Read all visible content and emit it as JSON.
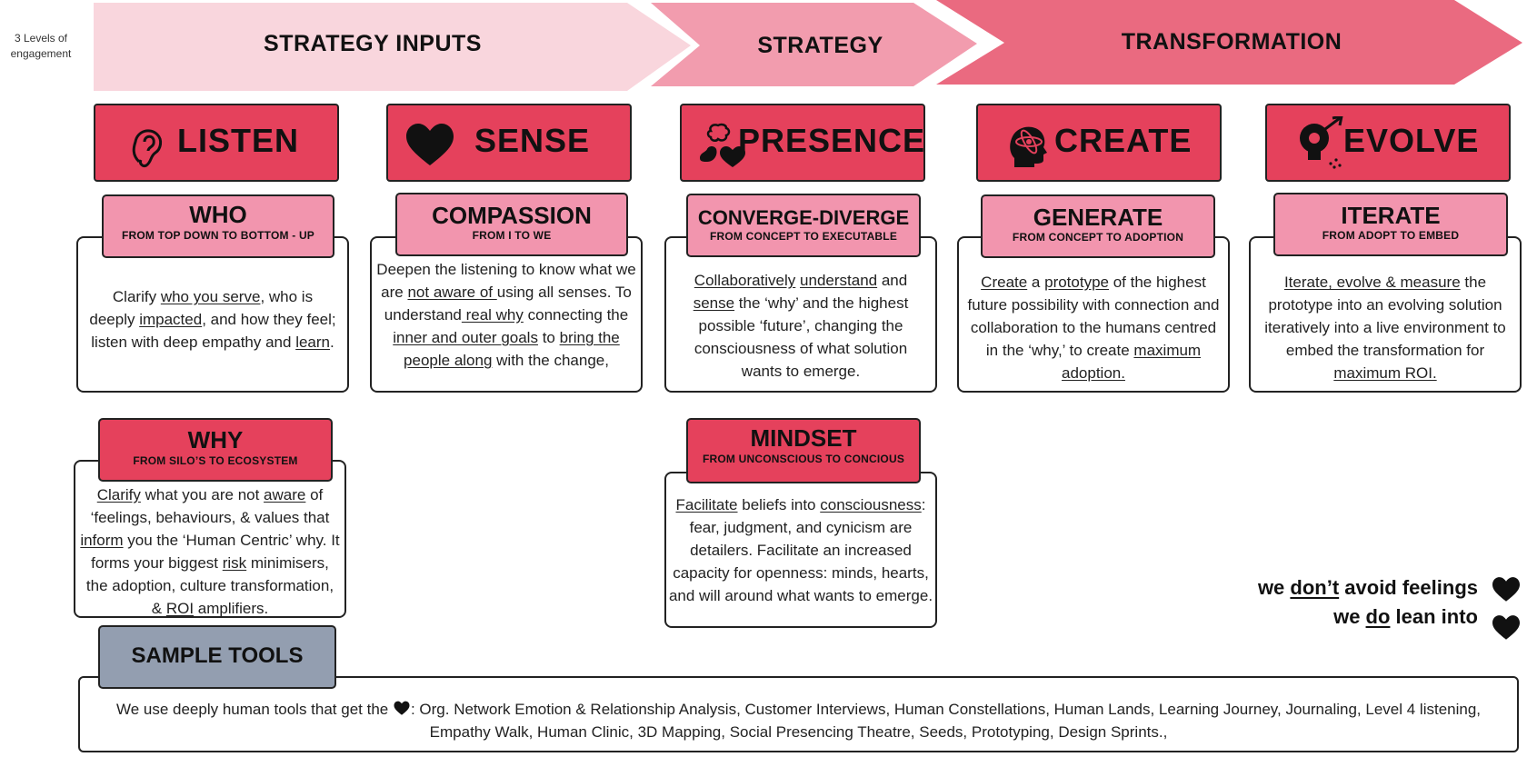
{
  "levels_label": "3 Levels of engagement",
  "chevrons": [
    {
      "label": "STRATEGY INPUTS",
      "color": "#f9d6dd"
    },
    {
      "label": "STRATEGY",
      "color": "#f29cae"
    },
    {
      "label": "TRANSFORMATION",
      "color": "#ea6a80"
    }
  ],
  "phases": [
    {
      "label": "LISTEN",
      "icon": "ear-icon"
    },
    {
      "label": "SENSE",
      "icon": "heart-icon"
    },
    {
      "label": "PRESENCE",
      "icon": "brain-gut-heart-icon"
    },
    {
      "label": "CREATE",
      "icon": "head-atom-icon"
    },
    {
      "label": "EVOLVE",
      "icon": "lightbulb-gear-icon"
    }
  ],
  "cards": {
    "who": {
      "title": "WHO",
      "subtitle": "FROM TOP DOWN TO BOTTOM - UP",
      "body": [
        {
          "t": "Clarify "
        },
        {
          "t": "who you serve",
          "u": true
        },
        {
          "t": ", who is deeply "
        },
        {
          "t": "impacted",
          "u": true
        },
        {
          "t": ", and how they feel; listen with deep empathy and "
        },
        {
          "t": "learn",
          "u": true
        },
        {
          "t": "."
        }
      ]
    },
    "compassion": {
      "title": "COMPASSION",
      "subtitle": "FROM I TO WE",
      "body": [
        {
          "t": "Deepen the listening to know what we are "
        },
        {
          "t": "not aware of ",
          "u": true
        },
        {
          "t": "using all senses. To understand"
        },
        {
          "t": " real why",
          "u": true
        },
        {
          "t": " connecting the "
        },
        {
          "t": "inner and outer goals",
          "u": true
        },
        {
          "t": " to "
        },
        {
          "t": "bring the people along",
          "u": true
        },
        {
          "t": " with the change,"
        }
      ]
    },
    "converge": {
      "title": "CONVERGE-DIVERGE",
      "subtitle": "FROM CONCEPT TO EXECUTABLE",
      "body": [
        {
          "t": "Collaboratively",
          "u": true
        },
        {
          "t": " "
        },
        {
          "t": "understand",
          "u": true
        },
        {
          "t": " and "
        },
        {
          "t": "sense",
          "u": true
        },
        {
          "t": " the ‘why’ and the highest possible ‘future’, changing the consciousness of what solution wants to emerge."
        }
      ]
    },
    "generate": {
      "title": "GENERATE",
      "subtitle": "FROM CONCEPT  TO ADOPTION",
      "body": [
        {
          "t": "Create",
          "u": true
        },
        {
          "t": " a "
        },
        {
          "t": "prototype",
          "u": true
        },
        {
          "t": " of the highest future possibility with connection and collaboration to the humans centred in the ‘why,’ to create "
        },
        {
          "t": "maximum adoption.",
          "u": true
        }
      ]
    },
    "iterate": {
      "title": "ITERATE",
      "subtitle": "FROM ADOPT  TO EMBED",
      "body": [
        {
          "t": "Iterate, evolve & measure",
          "u": true
        },
        {
          "t": " the prototype into an evolving solution iteratively into a live environment to embed the transformation for "
        },
        {
          "t": "maximum ROI.",
          "u": true
        }
      ]
    },
    "why": {
      "title": "WHY",
      "subtitle": "FROM SILO’S TO ECOSYSTEM",
      "body": [
        {
          "t": "Clarify",
          "u": true
        },
        {
          "t": " what you are not "
        },
        {
          "t": "aware",
          "u": true
        },
        {
          "t": " of ‘feelings, behaviours, & values that "
        },
        {
          "t": "inform",
          "u": true
        },
        {
          "t": " you the ‘Human Centric’ why. It forms your biggest "
        },
        {
          "t": "risk",
          "u": true
        },
        {
          "t": " minimisers, the adoption, culture transformation, & "
        },
        {
          "t": "ROI",
          "u": true
        },
        {
          "t": " amplifiers."
        },
        {
          "t": " ",
          "u": true
        }
      ]
    },
    "mindset": {
      "title": "MINDSET",
      "subtitle": "FROM UNCONSCIOUS TO CONCIOUS",
      "body": [
        {
          "t": "Facilitate",
          "u": true
        },
        {
          "t": " beliefs into "
        },
        {
          "t": "consciousness",
          "u": true
        },
        {
          "t": ": fear, judgment, and cynicism are detailers. Facilitate an increased capacity for openness: minds, hearts, and will around what wants to emerge."
        }
      ]
    }
  },
  "sample_tools": {
    "label": "SAMPLE TOOLS",
    "body_before": "We use deeply human tools that get the ",
    "body_after": ": Org. Network Emotion &  Relationship Analysis, Customer Interviews, Human Constellations, Human Lands, Learning Journey, Journaling, Level 4 listening, Empathy Walk, Human Clinic, 3D Mapping, Social Presencing Theatre, Seeds, Prototyping,  Design Sprints.,"
  },
  "feelings": {
    "line1": {
      "a": "we ",
      "b": "don’t",
      "c": " avoid feelings"
    },
    "line2": {
      "a": "we ",
      "b": "do",
      "c": " lean into"
    }
  },
  "colors": {
    "phase_red": "#e5415c",
    "tag_pink": "#f295ae",
    "tools_gray": "#939eb0"
  }
}
